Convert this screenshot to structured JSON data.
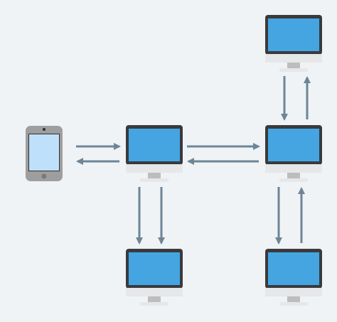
{
  "diagram": {
    "title": "",
    "nodes": [
      {
        "id": "phone",
        "kind": "smartphone",
        "icon": "smartphone-icon"
      },
      {
        "id": "hub",
        "kind": "desktop-monitor",
        "icon": "monitor-icon"
      },
      {
        "id": "server-right",
        "kind": "desktop-monitor",
        "icon": "monitor-icon"
      },
      {
        "id": "top-right",
        "kind": "desktop-monitor",
        "icon": "monitor-icon"
      },
      {
        "id": "bottom-left",
        "kind": "desktop-monitor",
        "icon": "monitor-icon"
      },
      {
        "id": "bottom-right",
        "kind": "desktop-monitor",
        "icon": "monitor-icon"
      }
    ],
    "connections": [
      {
        "from": "phone",
        "to": "hub",
        "direction": "bidirectional"
      },
      {
        "from": "hub",
        "to": "server-right",
        "direction": "bidirectional"
      },
      {
        "from": "server-right",
        "to": "top-right",
        "direction": "bidirectional"
      },
      {
        "from": "hub",
        "to": "bottom-left",
        "direction": "to-target-only"
      },
      {
        "from": "server-right",
        "to": "bottom-right",
        "direction": "bidirectional"
      }
    ]
  },
  "colors": {
    "background": "#eff3f6",
    "monitor_frame": "#3a3a3c",
    "monitor_screen": "#44a5e1",
    "monitor_chin": "#e6e7e9",
    "monitor_stand": "#bdbdbd",
    "phone_body": "#9e9e9e",
    "phone_screen": "#bfe0fb",
    "arrow": "#6e8597"
  }
}
